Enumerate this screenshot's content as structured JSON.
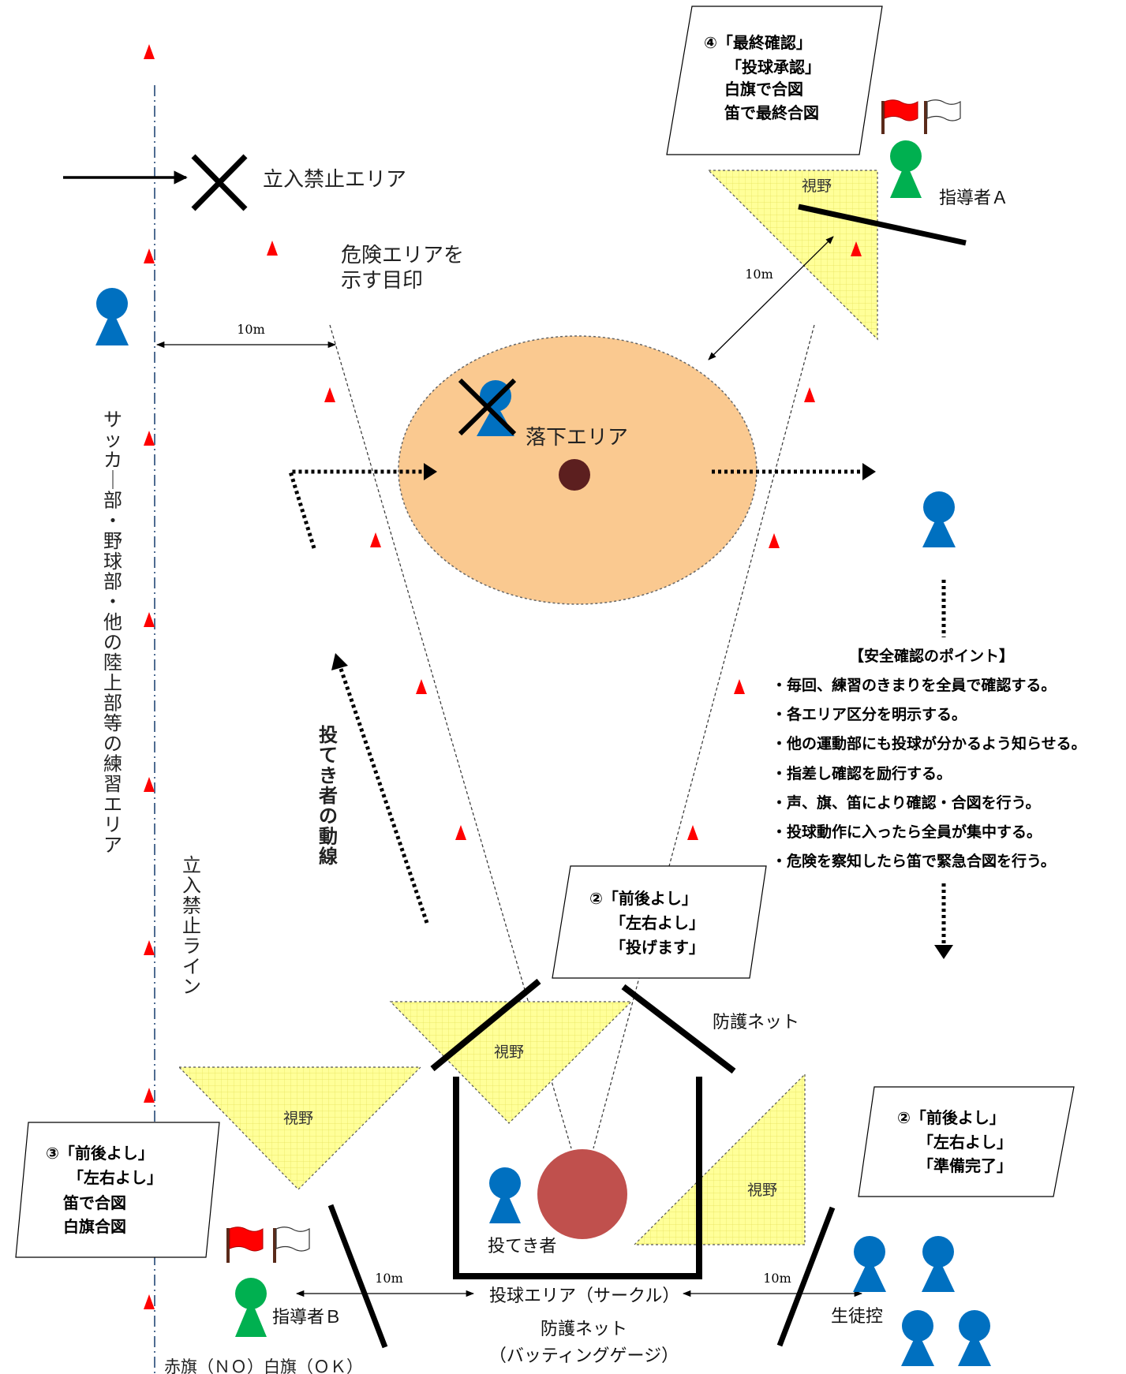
{
  "colors": {
    "cone": "#ff0000",
    "student": "#0070c0",
    "coach": "#00b050",
    "fall_area": "#fac990",
    "view_area": "#ffff99",
    "ball": "#c0504d",
    "target": "#5c1f1f",
    "flag_red": "#ff0000"
  },
  "labels": {
    "no_entry_area": "立入禁止エリア",
    "danger_marker_line1": "危険エリアを",
    "danger_marker_line2": "示す目印",
    "fall_area": "落下エリア",
    "thrower_path": "投てき者の動線",
    "other_clubs_area": "サッカー部・野球部・他の陸上部等の練習エリア",
    "no_entry_line": "立入禁止ライン",
    "coach_a": "指導者Ａ",
    "coach_b": "指導者Ｂ",
    "protective_net": "防護ネット",
    "throwing_area": "投球エリア（サークル）",
    "protective_net_bottom": "防護ネット",
    "batting_cage": "（バッティングゲージ）",
    "flag_meaning": "赤旗（ＮＯ）白旗（ＯＫ）",
    "thrower": "投てき者",
    "students_waiting": "生徒控",
    "view": "視野",
    "distance": "10m"
  },
  "callouts": {
    "final": [
      "④「最終確認」",
      "「投球承認」",
      "白旗で合図",
      "笛で最終合図"
    ],
    "thrower": [
      "②「前後よし」",
      "「左右よし」",
      "「投げます」"
    ],
    "waiting": [
      "②「前後よし」",
      "「左右よし」",
      "「準備完了」"
    ],
    "coach_b": [
      "③「前後よし」",
      "「左右よし」",
      "笛で合図",
      "白旗合図"
    ]
  },
  "safety_points": {
    "title": "【安全確認のポイント】",
    "items": [
      "・毎回、練習のきまりを全員で確認する。",
      "・各エリア区分を明示する。",
      "・他の運動部にも投球が分かるよう知らせる。",
      "・指差し確認を励行する。",
      "・声、旗、笛により確認・合図を行う。",
      "・投球動作に入ったら全員が集中する。",
      "・危険を察知したら笛で緊急合図を行う。"
    ]
  }
}
